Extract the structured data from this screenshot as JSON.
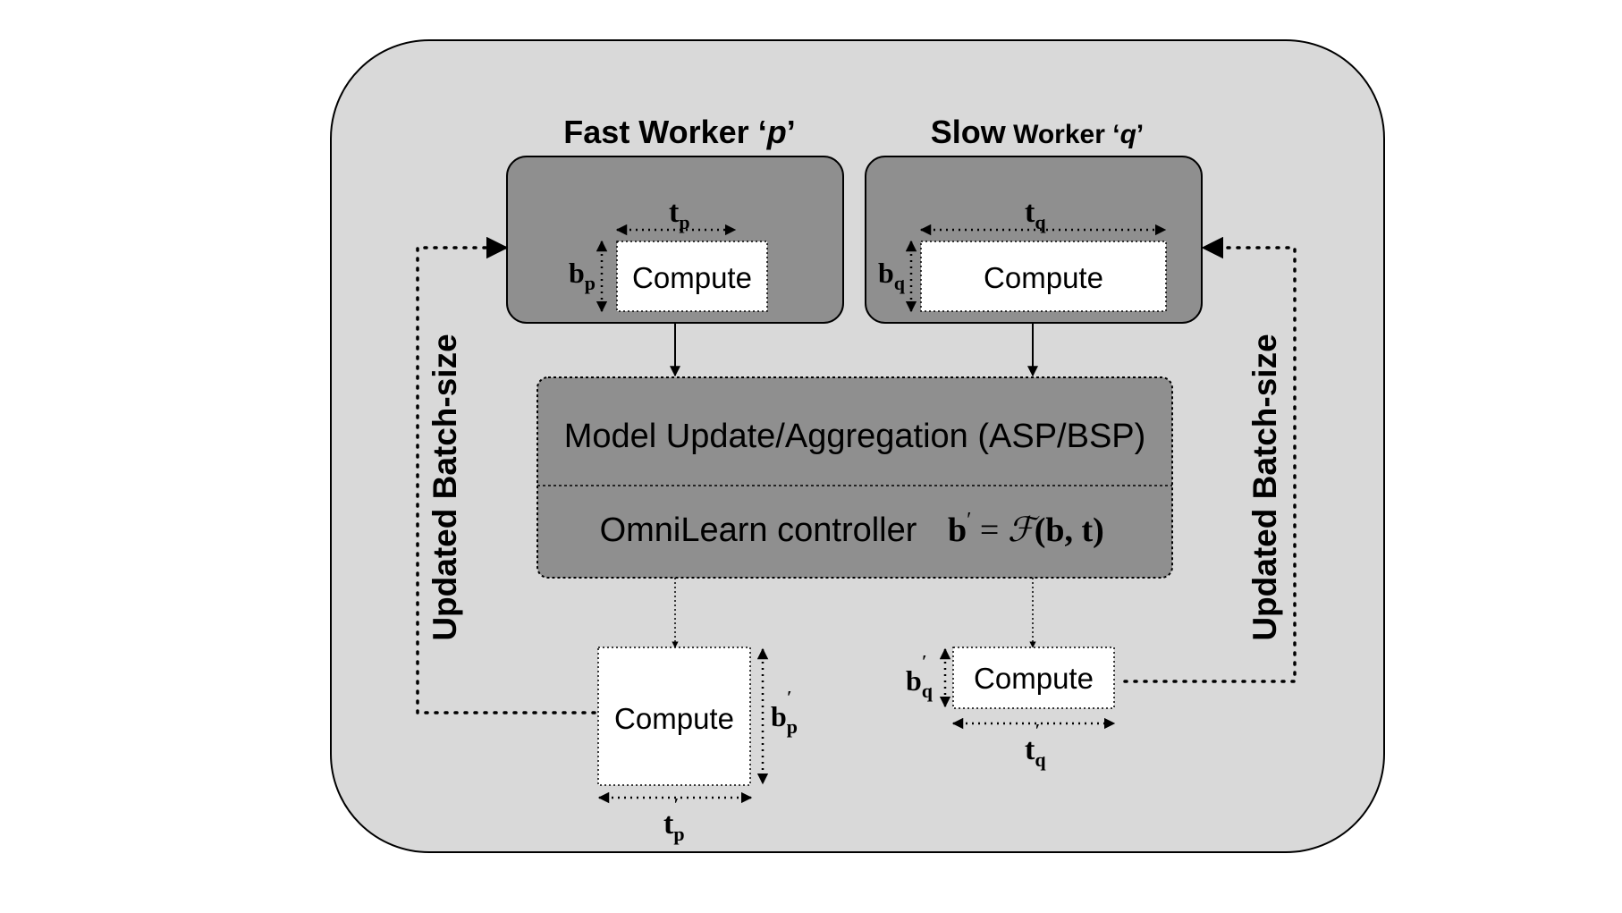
{
  "fast_worker": {
    "title_prefix": "Fast Worker ‘",
    "title_var": "p",
    "title_suffix": "’",
    "compute_label": "Compute",
    "time_base": "t",
    "time_sub": "p",
    "batch_base": "b",
    "batch_sub": "p"
  },
  "slow_worker": {
    "title_slow": "Slow",
    "title_worker": " Worker ‘",
    "title_var": "q",
    "title_suffix": "’",
    "compute_label": "Compute",
    "time_base": "t",
    "time_sub": "q",
    "batch_base": "b",
    "batch_sub": "q"
  },
  "aggregator": {
    "update_label": "Model Update/Aggregation (ASP/BSP)",
    "controller_label": "OmniLearn controller",
    "formula_b": "b",
    "formula_prime": "′",
    "formula_eq": " = ",
    "formula_f": "ℱ",
    "formula_args": "(b, t)"
  },
  "fast_updated": {
    "compute_label": "Compute",
    "batch_base": "b",
    "batch_sub": "p",
    "prime": "′",
    "time_base": "t",
    "time_sub": "p"
  },
  "slow_updated": {
    "compute_label": "Compute",
    "batch_base": "b",
    "batch_sub": "q",
    "prime": "′",
    "time_base": "t",
    "time_sub": "q"
  },
  "feedback": {
    "left_label": "Updated Batch-size",
    "right_label": "Updated Batch-size"
  },
  "colors": {
    "outer_fill": "#d9d9d9",
    "worker_fill": "#8f8f8f",
    "aggregator_fill": "#8f8f8f",
    "compute_fill": "#ffffff",
    "line": "#000000"
  }
}
